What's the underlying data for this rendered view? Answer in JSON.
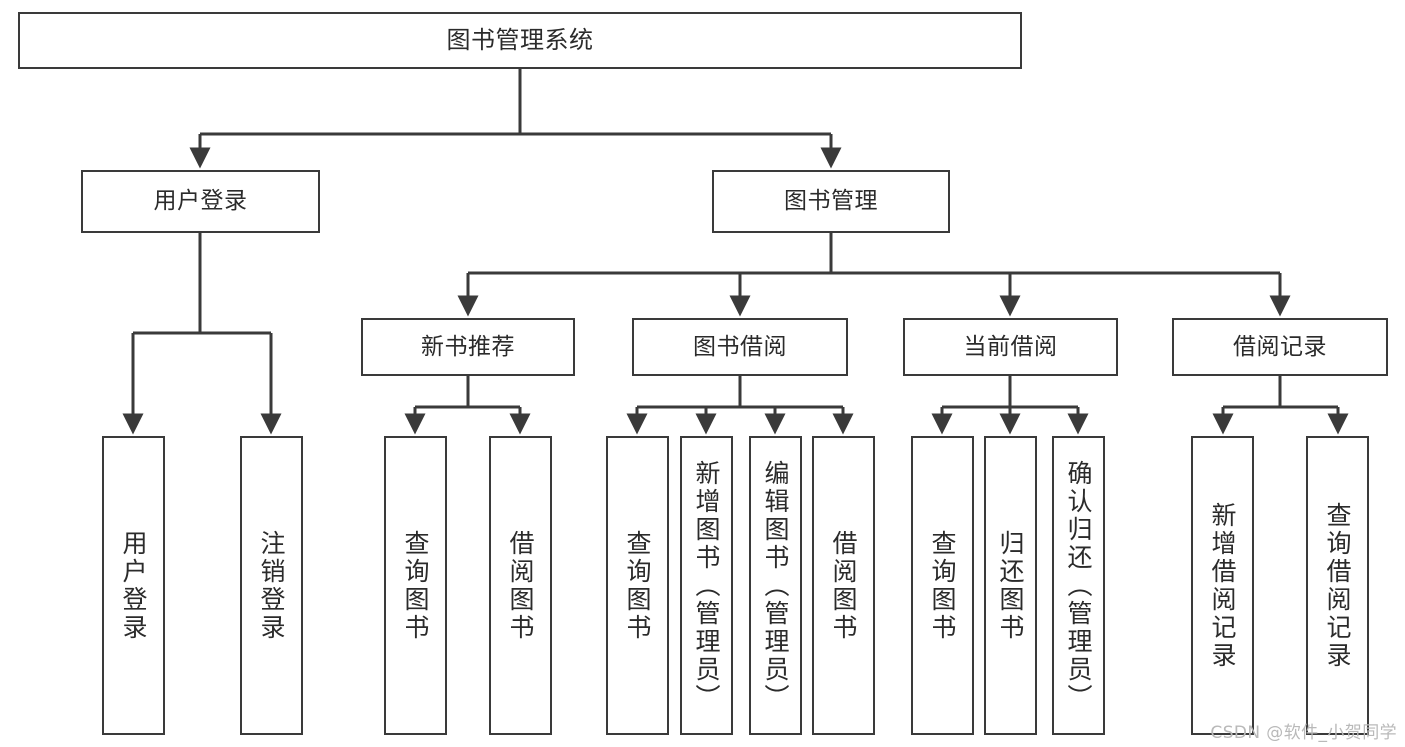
{
  "diagram": {
    "title": "图书管理系统",
    "type": "tree-hierarchy",
    "watermark": "CSDN @软件_小贺同学",
    "colors": {
      "stroke": "#3a3a3a",
      "fill": "#ffffff",
      "text": "#2b2b2b",
      "watermark": "#b9b9b9"
    },
    "levels": {
      "root": {
        "label": "图书管理系统"
      },
      "level2": [
        {
          "id": "n-user-login",
          "label": "用户登录"
        },
        {
          "id": "n-book-manage",
          "label": "图书管理"
        }
      ],
      "level3": [
        {
          "id": "n-new-book-rec",
          "label": "新书推荐"
        },
        {
          "id": "n-book-borrow",
          "label": "图书借阅"
        },
        {
          "id": "n-current-borrow",
          "label": "当前借阅"
        },
        {
          "id": "n-borrow-record",
          "label": "借阅记录"
        }
      ],
      "leaves": [
        {
          "id": "lf-1",
          "label": "用户登录",
          "parent": "n-user-login"
        },
        {
          "id": "lf-2",
          "label": "注销登录",
          "parent": "n-user-login"
        },
        {
          "id": "lf-3",
          "label": "查询图书",
          "parent": "n-new-book-rec"
        },
        {
          "id": "lf-4",
          "label": "借阅图书",
          "parent": "n-new-book-rec"
        },
        {
          "id": "lf-5",
          "label": "查询图书",
          "parent": "n-book-borrow"
        },
        {
          "id": "lf-6",
          "label": "新增图书（管理员）",
          "parent": "n-book-borrow"
        },
        {
          "id": "lf-7",
          "label": "编辑图书（管理员）",
          "parent": "n-book-borrow"
        },
        {
          "id": "lf-8",
          "label": "借阅图书",
          "parent": "n-book-borrow"
        },
        {
          "id": "lf-9",
          "label": "查询图书",
          "parent": "n-current-borrow"
        },
        {
          "id": "lf-10",
          "label": "归还图书",
          "parent": "n-current-borrow"
        },
        {
          "id": "lf-11",
          "label": "确认归还（管理员）",
          "parent": "n-current-borrow"
        },
        {
          "id": "lf-12",
          "label": "新增借阅记录",
          "parent": "n-borrow-record"
        },
        {
          "id": "lf-13",
          "label": "查询借阅记录",
          "parent": "n-borrow-record"
        }
      ]
    }
  }
}
